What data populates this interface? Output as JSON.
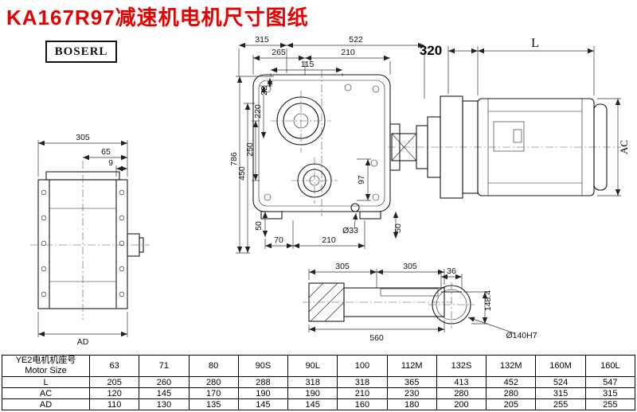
{
  "title": "KA167R97减速机电机尺寸图纸",
  "logo": "BOSERL",
  "dims": {
    "front_width": "305",
    "front_offset1": "65",
    "front_offset2": "9",
    "front_ad": "AD",
    "top_315": "315",
    "top_522": "522",
    "top_265": "265",
    "top_210": "210",
    "top_115": "115",
    "left_22": "22",
    "left_220": "220",
    "left_250": "250",
    "left_450": "450",
    "left_786": "786",
    "inner_97": "97",
    "bottom_50_left": "50",
    "bottom_70": "70",
    "bottom_210": "210",
    "bottom_hole": "Ø33",
    "bottom_50_right": "50",
    "motor_320": "320",
    "motor_length": "L",
    "motor_ac": "AC",
    "shaft_305_left": "305",
    "shaft_305_right": "305",
    "shaft_560": "560",
    "key_width": "36",
    "key_height": "148.4",
    "bore": "Ø140H7"
  },
  "table": {
    "header_cn": "YE2电机机座号",
    "header_en": "Motor Size",
    "sizes": [
      "63",
      "71",
      "80",
      "90S",
      "90L",
      "100",
      "112M",
      "132S",
      "132M",
      "160M",
      "160L"
    ],
    "rows": [
      {
        "label": "L",
        "values": [
          "205",
          "260",
          "280",
          "288",
          "318",
          "318",
          "365",
          "413",
          "452",
          "524",
          "547"
        ]
      },
      {
        "label": "AC",
        "values": [
          "120",
          "145",
          "170",
          "190",
          "190",
          "210",
          "230",
          "280",
          "280",
          "315",
          "315"
        ]
      },
      {
        "label": "AD",
        "values": [
          "110",
          "130",
          "135",
          "145",
          "145",
          "160",
          "180",
          "200",
          "205",
          "255",
          "255"
        ]
      }
    ]
  }
}
